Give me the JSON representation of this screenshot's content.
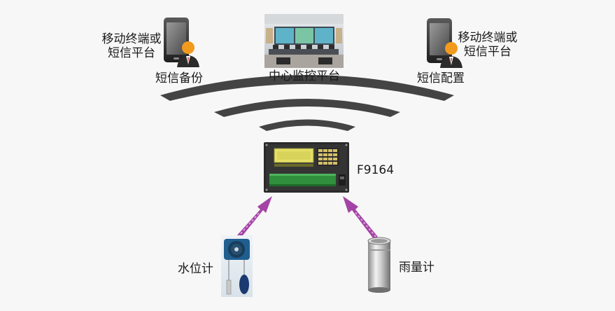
{
  "labels": {
    "mobile_left": [
      "移动终端或",
      "短信平台"
    ],
    "sms_backup": "短信备份",
    "center_platform": "中心监控平台",
    "mobile_right": [
      "移动终端或",
      "短信平台"
    ],
    "sms_config": "短信配置",
    "device_model": "F9164",
    "water_level": "水位计",
    "rain_gauge": "雨量计"
  },
  "colors": {
    "signal": "#444444",
    "arrow": "#9a2f9c",
    "device_panel": "#2a2a2a",
    "lcd": "#e5e066",
    "terminal_strip": "#2f8f3d"
  },
  "icons": {
    "phone": "phone-user-icon",
    "control_room": "control-room-image",
    "logger": "data-logger-device",
    "water_level": "water-level-sensor",
    "rain_gauge": "rain-gauge-cylinder"
  }
}
